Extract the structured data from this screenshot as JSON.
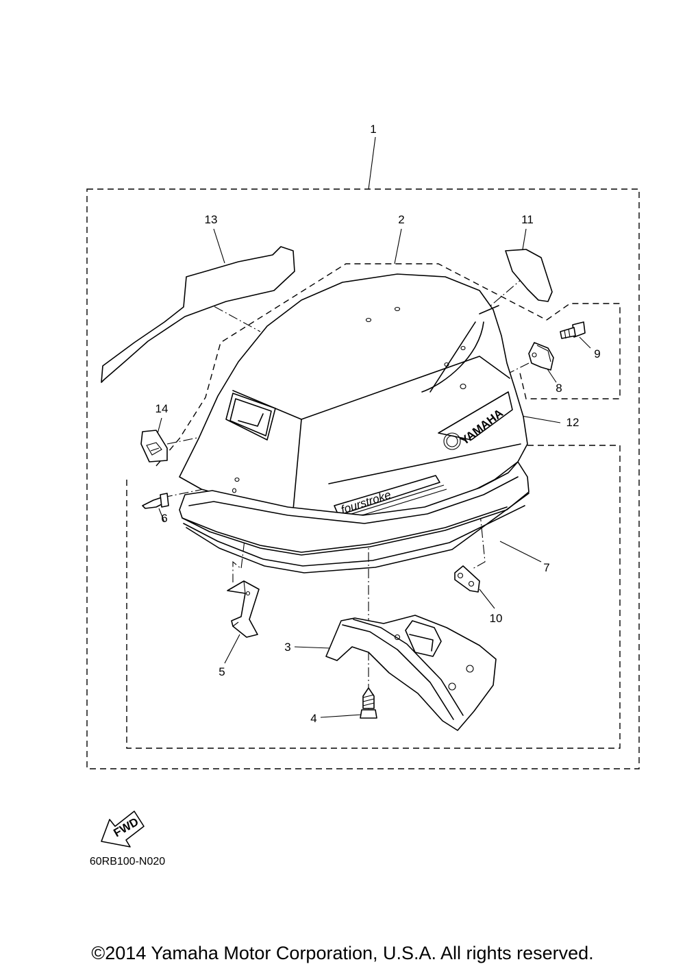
{
  "diagram": {
    "callouts": [
      "1",
      "2",
      "3",
      "4",
      "5",
      "6",
      "7",
      "8",
      "9",
      "10",
      "11",
      "12",
      "13",
      "14"
    ],
    "fwd_label": "FWD",
    "decal_brand": "YAMAHA",
    "decal_model": "fourstroke",
    "diagram_code": "60RB100-N020"
  },
  "footer": {
    "copyright": "©2014 Yamaha Motor Corporation, U.S.A. All rights reserved."
  }
}
